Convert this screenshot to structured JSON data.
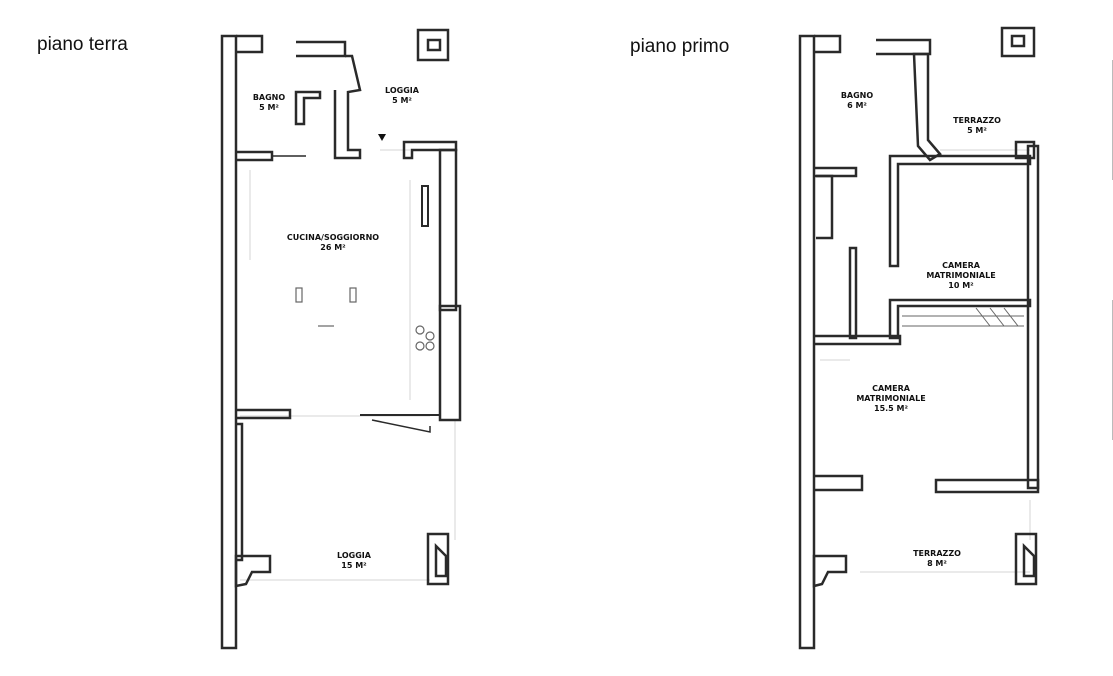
{
  "floors": [
    {
      "title": "piano terra",
      "rooms": [
        {
          "name": "BAGNO",
          "area": "5 M²"
        },
        {
          "name": "LOGGIA",
          "area": "5 M²"
        },
        {
          "name": "CUCINA/SOGGIORNO",
          "area": "26 M²"
        },
        {
          "name": "LOGGIA",
          "area": "15 M²"
        }
      ]
    },
    {
      "title": "piano primo",
      "rooms": [
        {
          "name": "BAGNO",
          "area": "6 M²"
        },
        {
          "name": "TERRAZZO",
          "area": "5 M²"
        },
        {
          "name_line1": "CAMERA",
          "name_line2": "MATRIMONIALE",
          "area": "10 M²"
        },
        {
          "name_line1": "CAMERA",
          "name_line2": "MATRIMONIALE",
          "area": "15.5 M²"
        },
        {
          "name": "TERRAZZO",
          "area": "8 M²"
        }
      ]
    }
  ],
  "colors": {
    "wall": "#2a2a2a",
    "faint_line": "#cfcfcf",
    "background": "#ffffff"
  }
}
